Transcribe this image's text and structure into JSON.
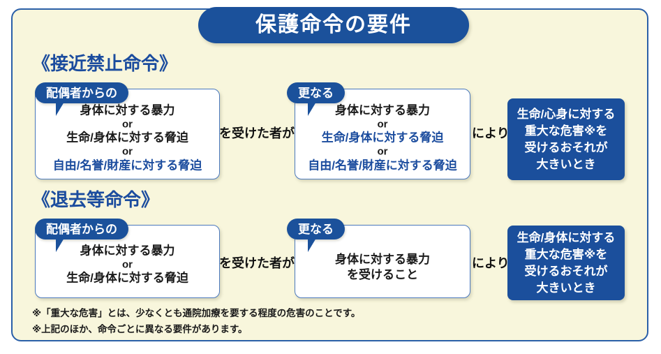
{
  "title": "保護命令の要件",
  "sections": [
    {
      "heading": "《接近禁止命令》",
      "box1_tag": "配偶者からの",
      "box1_lines": [
        {
          "text": "身体に対する暴力",
          "style": "normal"
        },
        {
          "text": "or",
          "style": "or"
        },
        {
          "text": "生命/身体に対する脅迫",
          "style": "normal"
        },
        {
          "text": "or",
          "style": "or"
        },
        {
          "text": "自由/名誉/財産に対する脅迫",
          "style": "highlight"
        }
      ],
      "connector1": "を受けた者が",
      "box2_tag": "更なる",
      "box2_lines": [
        {
          "text": "身体に対する暴力",
          "style": "normal"
        },
        {
          "text": "or",
          "style": "or"
        },
        {
          "text": "生命/身体に対する脅迫",
          "style": "highlight"
        },
        {
          "text": "or",
          "style": "or"
        },
        {
          "text": "自由/名誉/財産に対する脅迫",
          "style": "highlight"
        }
      ],
      "connector2": "により",
      "result_lines": [
        "生命/心身に対する",
        "重大な危害※を",
        "受けるおそれが",
        "大きいとき"
      ]
    },
    {
      "heading": "《退去等命令》",
      "box1_tag": "配偶者からの",
      "box1_lines": [
        {
          "text": "身体に対する暴力",
          "style": "normal"
        },
        {
          "text": "or",
          "style": "or"
        },
        {
          "text": "生命/身体に対する脅迫",
          "style": "normal"
        }
      ],
      "connector1": "を受けた者が",
      "box2_tag": "更なる",
      "box2_lines": [
        {
          "text": "身体に対する暴力",
          "style": "normal"
        },
        {
          "text": "を受けること",
          "style": "normal"
        }
      ],
      "connector2": "により",
      "result_lines": [
        "生命/身体に対する",
        "重大な危害※を",
        "受けるおそれが",
        "大きいとき"
      ]
    }
  ],
  "notes": [
    "※「重大な危害」とは、少なくとも通院加療を要する程度の危害のことです。",
    "※上記のほか、命令ごとに異なる要件があります。"
  ],
  "colors": {
    "panel_bg": "#f8f6dc",
    "brand_blue": "#1b519b",
    "result_blue": "#1b4f9c",
    "highlight_text": "#1b4c9e",
    "box_border": "#4b79bd"
  }
}
